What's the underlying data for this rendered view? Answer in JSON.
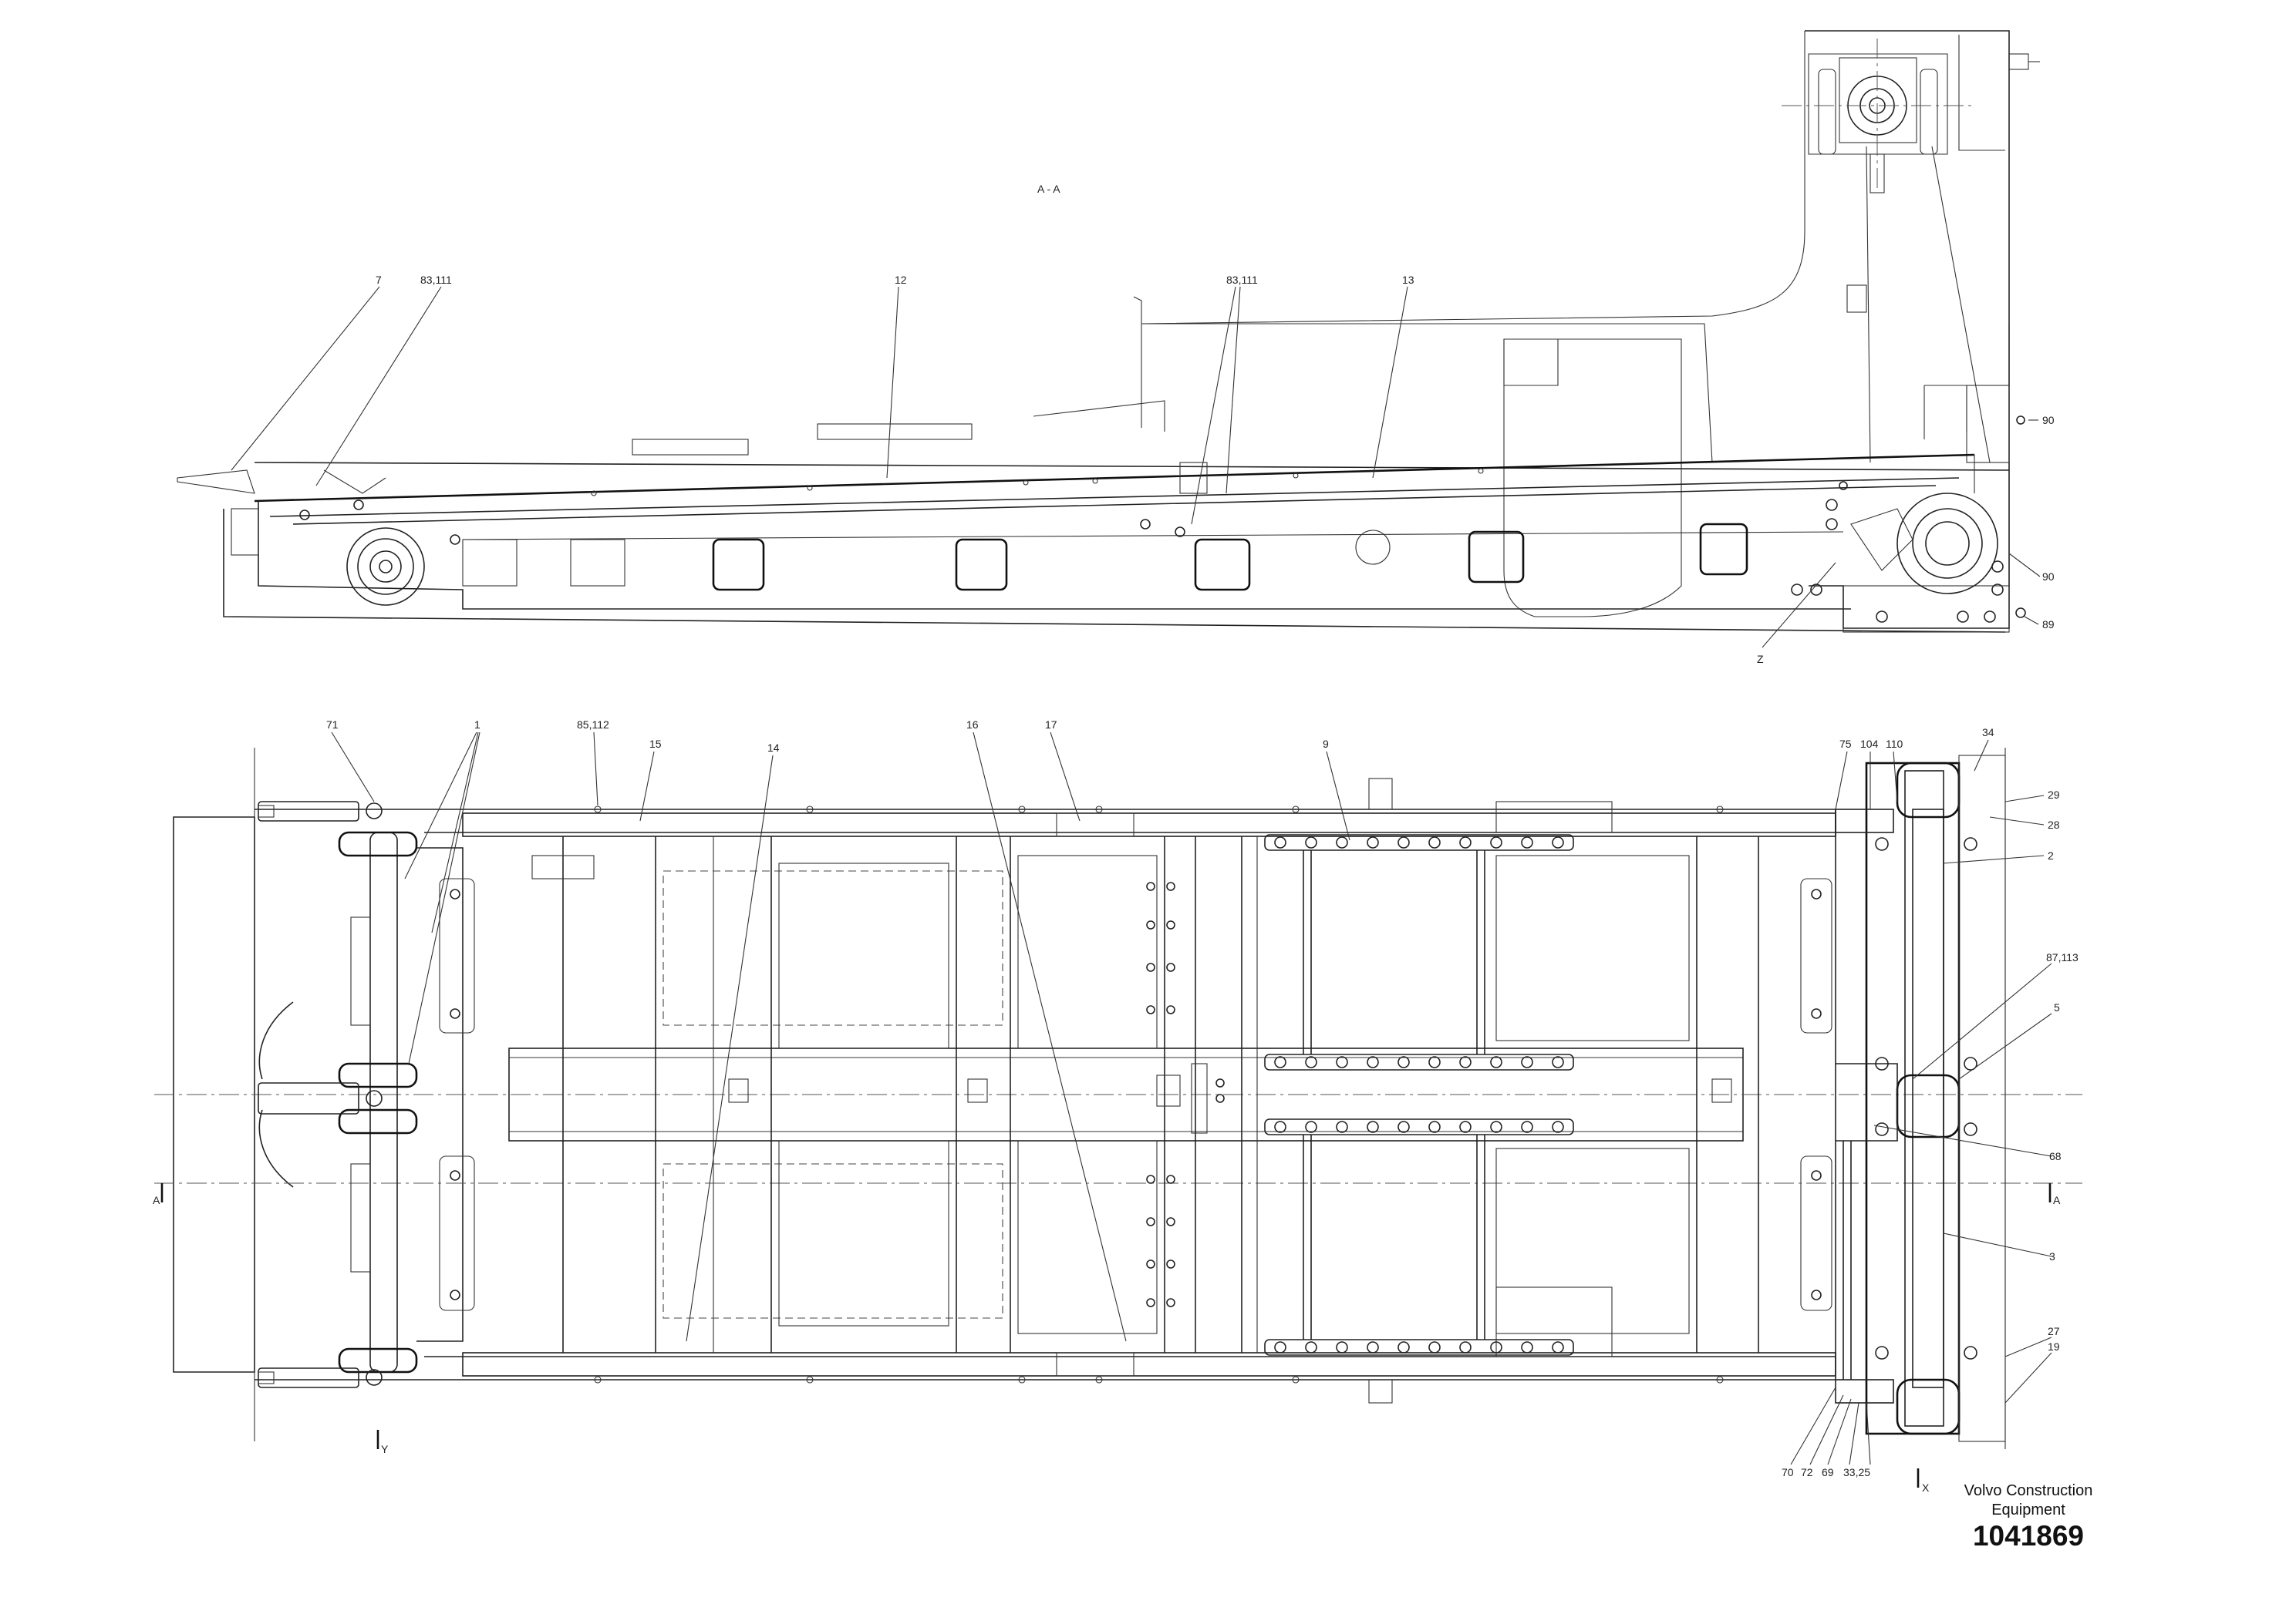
{
  "drawing": {
    "section_title": "A - A",
    "brand_line1": "Volvo Construction",
    "brand_line2": "Equipment",
    "document_number": "1041869"
  },
  "callouts_section": {
    "c7": "7",
    "c83_111_left": "83,111",
    "c12": "12",
    "c83_111_mid": "83,111",
    "c13": "13",
    "c90_top": "90",
    "c90_bottom": "90",
    "c89": "89",
    "cZ": "Z"
  },
  "callouts_plan": {
    "c71": "71",
    "c1": "1",
    "c85_112": "85,112",
    "c15": "15",
    "c14": "14",
    "c16": "16",
    "c17": "17",
    "c9": "9",
    "c75": "75",
    "c104": "104",
    "c110": "110",
    "c34": "34",
    "c29": "29",
    "c28": "28",
    "c2": "2",
    "c87_113": "87,113",
    "c5": "5",
    "c68": "68",
    "c3": "3",
    "c27": "27",
    "c19": "19",
    "c70": "70",
    "c72": "72",
    "c69": "69",
    "c33_25": "33,25",
    "A_left": "A",
    "A_right": "A",
    "Y": "Y",
    "X": "X"
  }
}
